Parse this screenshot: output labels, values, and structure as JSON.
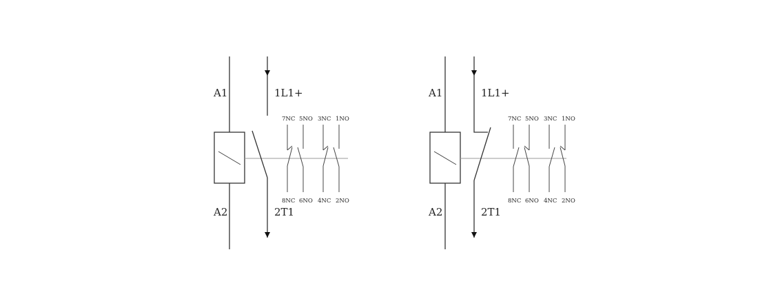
{
  "diagrams": [
    {
      "state": "open",
      "coil_top_label": "A1",
      "coil_bottom_label": "A2",
      "main_top_label": "1L1+",
      "main_bottom_label": "2T1",
      "aux_top_labels": [
        "7NC",
        "5NO",
        "3NC",
        "1NO"
      ],
      "aux_bottom_labels": [
        "8NC",
        "6NO",
        "4NC",
        "2NO"
      ]
    },
    {
      "state": "closed",
      "coil_top_label": "A1",
      "coil_bottom_label": "A2",
      "main_top_label": "1L1+",
      "main_bottom_label": "2T1",
      "aux_top_labels": [
        "7NC",
        "5NO",
        "3NC",
        "1NO"
      ],
      "aux_bottom_labels": [
        "8NC",
        "6NO",
        "4NC",
        "2NO"
      ]
    }
  ]
}
